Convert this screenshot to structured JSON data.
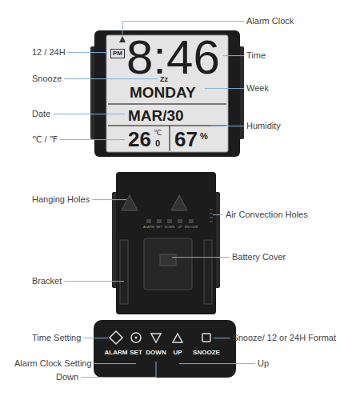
{
  "diagram": {
    "labels": [
      "Alarm Clock",
      "12 / 24H",
      "PM",
      "8:46",
      "Time",
      "Snooze",
      "Zz",
      "MONDAY",
      "Week",
      "Date",
      "MAR/30",
      "℃ / ℉",
      "26",
      "℃",
      "0",
      "67",
      "%",
      "Humidity",
      "Hanging Holes",
      "ALARM",
      "SET",
      "DOWN",
      "UP",
      "SNOOZE",
      "Air Convection Holes",
      "Battery Cover",
      "Bracket",
      "Time Setting",
      "Snooze/ 12 or 24H Format",
      "ALARM",
      "SET",
      "DOWN",
      "UP",
      "SNOOZE",
      "Alarm Clock Setting",
      "Up",
      "Down"
    ]
  }
}
